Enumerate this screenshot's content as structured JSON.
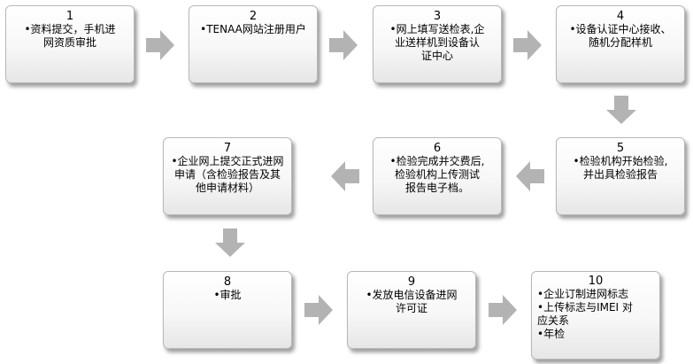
{
  "colors": {
    "arrow": "#b3b3b3",
    "box_border": "#b7b7b7"
  },
  "steps": [
    {
      "num": "1",
      "text": "•资料提交，手机进\n网资质审批"
    },
    {
      "num": "2",
      "text": "•TENAA网站注册用户"
    },
    {
      "num": "3",
      "text": "•网上填写送检表,企\n业送样机到设备认\n证中心"
    },
    {
      "num": "4",
      "text": "•设备认证中心接收、\n随机分配样机"
    },
    {
      "num": "5",
      "text": "•检验机构开始检验,\n并出具检验报告"
    },
    {
      "num": "6",
      "text": "•检验完成并交费后,\n检验机构上传测试\n报告电子档。"
    },
    {
      "num": "7",
      "text": "•企业网上提交正式进网\n申请（含检验报告及其\n他申请材料）"
    },
    {
      "num": "8",
      "text": "•审批"
    },
    {
      "num": "9",
      "text": "•发放电信设备进网\n许可证"
    },
    {
      "num": "10",
      "lines": [
        "•企业订制进网标志",
        "•上传标志与IMEI 对\n应关系",
        "•年检"
      ]
    }
  ]
}
